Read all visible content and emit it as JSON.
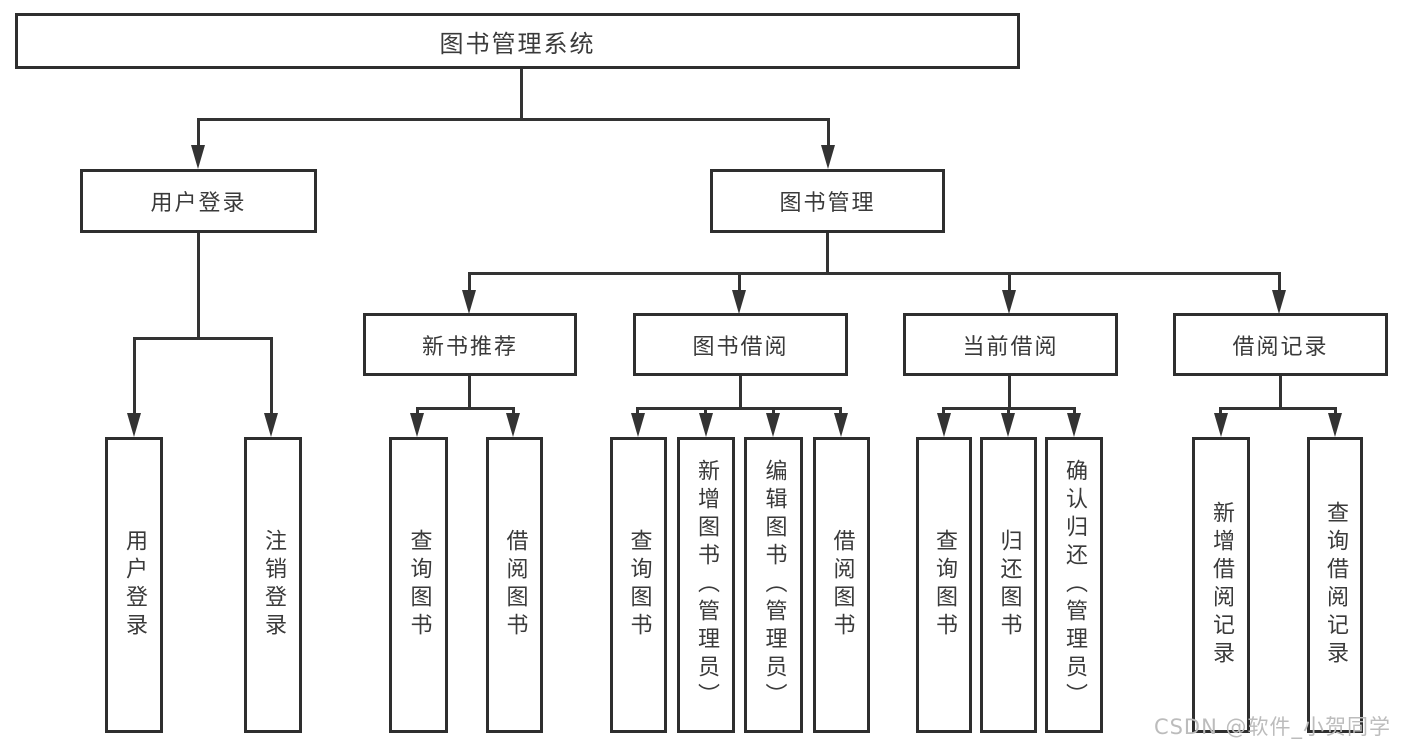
{
  "tree": {
    "root": {
      "label": "图书管理系统",
      "children": [
        {
          "label": "用户登录",
          "children": [
            {
              "label": "用户登录"
            },
            {
              "label": "注销登录"
            }
          ]
        },
        {
          "label": "图书管理",
          "children": [
            {
              "label": "新书推荐",
              "children": [
                {
                  "label": "查询图书"
                },
                {
                  "label": "借阅图书"
                }
              ]
            },
            {
              "label": "图书借阅",
              "children": [
                {
                  "label": "查询图书"
                },
                {
                  "label": "新增图书（管理员）"
                },
                {
                  "label": "编辑图书（管理员）"
                },
                {
                  "label": "借阅图书"
                }
              ]
            },
            {
              "label": "当前借阅",
              "children": [
                {
                  "label": "查询图书"
                },
                {
                  "label": "归还图书"
                },
                {
                  "label": "确认归还（管理员）"
                }
              ]
            },
            {
              "label": "借阅记录",
              "children": [
                {
                  "label": "新增借阅记录"
                },
                {
                  "label": "查询借阅记录"
                }
              ]
            }
          ]
        }
      ]
    }
  },
  "watermark": "CSDN @软件_小贺同学",
  "colors": {
    "line": "#333333",
    "border": "#2e2e2e",
    "text": "#3a3a3a",
    "watermark": "#bcbcbc",
    "background": "#ffffff"
  }
}
